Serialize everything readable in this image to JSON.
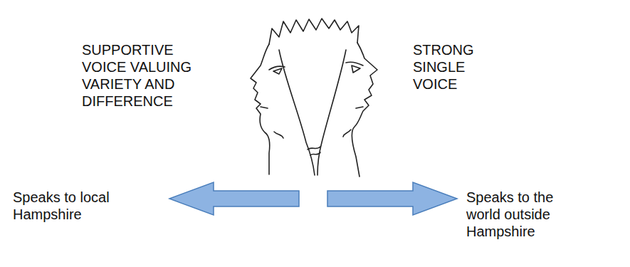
{
  "diagram": {
    "labels": [
      "SUPPORTIVE VOICE VALUING VARIETY AND DIFFERENCE",
      "STRONG SINGLE VOICE",
      "Speaks to local Hampshire",
      "Speaks to the world outside Hampshire"
    ]
  }
}
